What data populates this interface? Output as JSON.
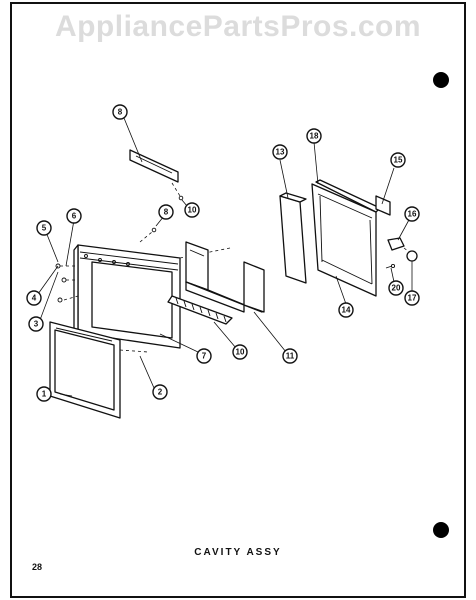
{
  "watermark": "AppliancePartsPros.com",
  "caption": "CAVITY ASSY",
  "page_number": "28",
  "callouts": [
    {
      "id": "c1",
      "label": "1"
    },
    {
      "id": "c2",
      "label": "2"
    },
    {
      "id": "c3",
      "label": "3"
    },
    {
      "id": "c4",
      "label": "4"
    },
    {
      "id": "c5",
      "label": "5"
    },
    {
      "id": "c6",
      "label": "6"
    },
    {
      "id": "c7",
      "label": "7"
    },
    {
      "id": "c8a",
      "label": "8"
    },
    {
      "id": "c8b",
      "label": "8"
    },
    {
      "id": "c10a",
      "label": "10"
    },
    {
      "id": "c10b",
      "label": "10"
    },
    {
      "id": "c11",
      "label": "11"
    },
    {
      "id": "c13",
      "label": "13"
    },
    {
      "id": "c14",
      "label": "14"
    },
    {
      "id": "c15",
      "label": "15"
    },
    {
      "id": "c16",
      "label": "16"
    },
    {
      "id": "c17",
      "label": "17"
    },
    {
      "id": "c18",
      "label": "18"
    },
    {
      "id": "c20",
      "label": "20"
    }
  ]
}
